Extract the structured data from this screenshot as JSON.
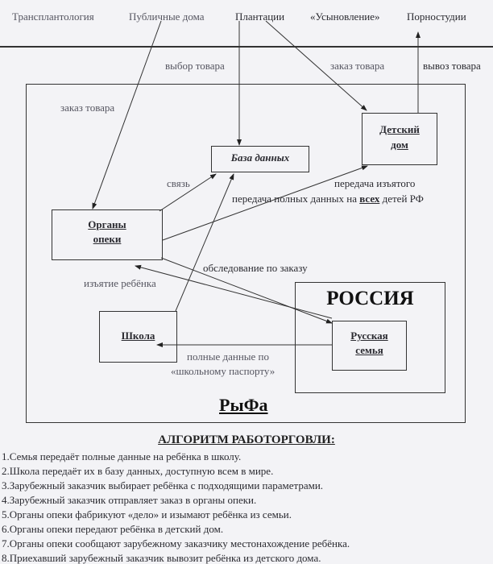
{
  "top_labels": [
    "Трансплантология",
    "Публичные дома",
    "Плантации",
    "«Усыновление»",
    "Порностудии"
  ],
  "arrow_labels": {
    "choice": "выбор товара",
    "order_top": "заказ товара",
    "export": "вывоз товара",
    "order_left": "заказ товара",
    "link": "связь",
    "transfer_taken": "передача изъятого",
    "transfer_data_prefix": "передача полных данных на ",
    "transfer_data_bold": "всех",
    "transfer_data_suffix": " детей РФ",
    "inspection": "обследование по заказу",
    "removal": "изъятие ребёнка",
    "school_data_1": "полные данные по",
    "school_data_2": "«школьному паспорту»"
  },
  "boxes": {
    "orphanage_1": "Детский",
    "orphanage_2": "дом",
    "database": "База данных",
    "guardianship_1": "Органы",
    "guardianship_2": "опеки",
    "school": "Школа",
    "russia": "РОССИЯ",
    "family_1": "Русская",
    "family_2": "семья",
    "rf": "РыФа"
  },
  "algorithm": {
    "title": "АЛГОРИТМ РАБОТОРГОВЛИ:",
    "steps": [
      "1.Семья передаёт полные данные на ребёнка в школу.",
      "2.Школа передаёт их в базу данных, доступную всем в мире.",
      "3.Зарубежный заказчик выбирает ребёнка с подходящими параметрами.",
      "4.Зарубежный заказчик отправляет заказ в органы опеки.",
      "5.Органы опеки фабрикуют «дело» и изымают ребёнка из семьи.",
      "6.Органы опеки передают ребёнка в детский дом.",
      "7.Органы опеки сообщают зарубежному заказчику местонахождение ребёнка.",
      "8.Приехавший зарубежный заказчик вывозит ребёнка из детского дома."
    ]
  }
}
